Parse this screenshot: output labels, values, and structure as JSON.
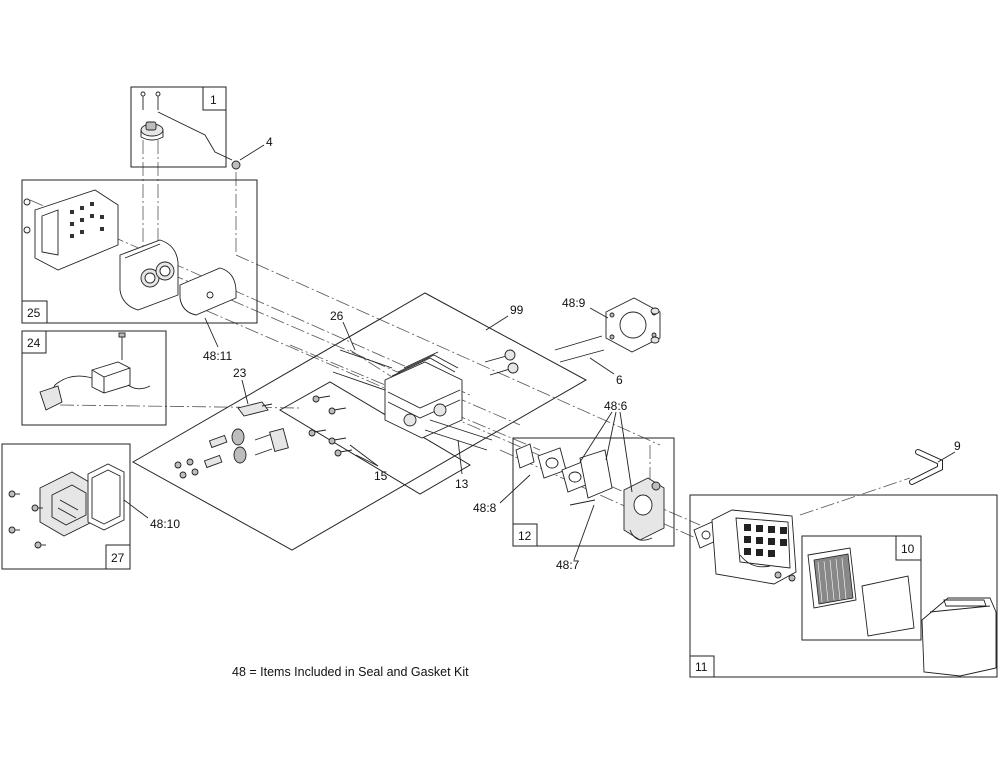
{
  "diagram": {
    "boxes": [
      "1",
      "25",
      "24",
      "27",
      "12",
      "11",
      "10"
    ],
    "callouts": [
      "4",
      "26",
      "99",
      "48:9",
      "6",
      "48:11",
      "23",
      "48:6",
      "9",
      "13",
      "15",
      "48:8",
      "48:10",
      "48:7"
    ],
    "note": "48 = Items Included in Seal and Gasket Kit"
  }
}
